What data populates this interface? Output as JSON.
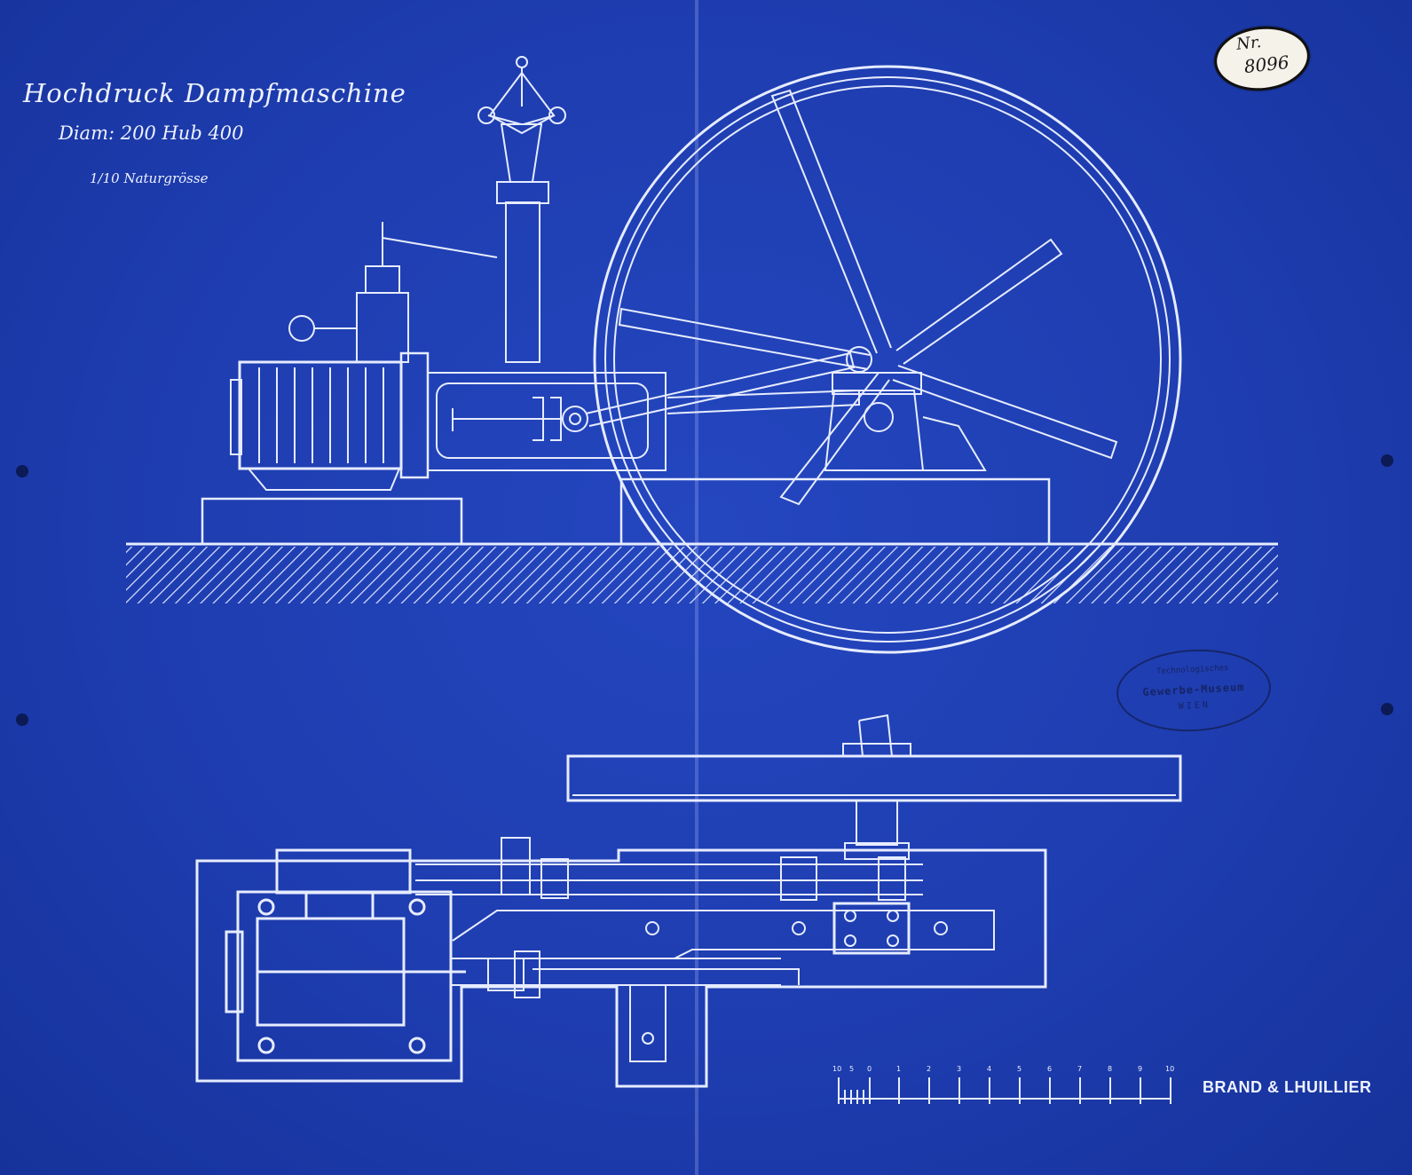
{
  "title": "Hochdruck Dampfmaschine",
  "subtitle": "Diam: 200 Hub 400",
  "scale_note": "1/10 Naturgrösse",
  "label": {
    "line1": "Nr.",
    "line2": "8096"
  },
  "stamp": {
    "line1": "Technologisches",
    "line2": "Gewerbe-Museum",
    "line3": "WIEN"
  },
  "maker": "BRAND & LHUILLIER",
  "scale_bar": {
    "ticks": [
      "10",
      "5",
      "0",
      "1",
      "2",
      "3",
      "4",
      "5",
      "6",
      "7",
      "8",
      "9",
      "10"
    ]
  },
  "colors": {
    "paper": "#1e3db0",
    "line": "#e6ecff"
  }
}
